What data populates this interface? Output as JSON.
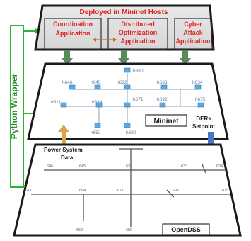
{
  "top_layer": {
    "title": "Deployed in Mininet Hosts",
    "apps": [
      {
        "line1": "Coordination",
        "line2": "Application",
        "line3": ""
      },
      {
        "line1": "Distributed",
        "line2": "Optimization",
        "line3": "Application"
      },
      {
        "line1": "Cyber",
        "line2": "Attack",
        "line3": "Application"
      }
    ]
  },
  "wrapper_label": "Python Wrapper",
  "mininet_layer": {
    "hosts": [
      "h680",
      "h646",
      "h645",
      "h632",
      "h633",
      "h634",
      "h611",
      "h684",
      "h671",
      "h692",
      "h675",
      "h652",
      "h680"
    ],
    "label": "Mininet",
    "side_label_1": "DERs",
    "side_label_2": "Setpoint"
  },
  "power_layer": {
    "side_label_1": "Power System",
    "side_label_2": "Data",
    "buses": [
      "646",
      "645",
      "632",
      "633",
      "634",
      "611",
      "684",
      "671",
      "692",
      "675",
      "652",
      "680"
    ],
    "label": "OpenDSS"
  },
  "colors": {
    "title_red": "#e02020",
    "wrapper_green": "#2db32d",
    "arrow_green": "#5a8a5a",
    "arrow_gold": "#d4a64a",
    "arrow_blue": "#4a78c0",
    "node_blue": "#5ea8e0"
  }
}
